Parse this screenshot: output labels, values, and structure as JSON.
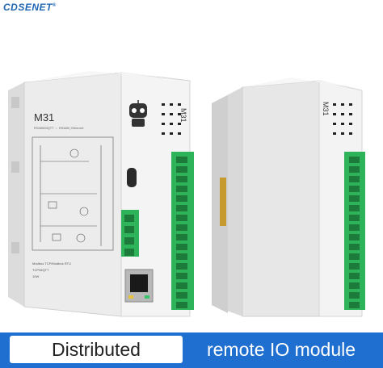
{
  "brand": {
    "name": "CDSENET",
    "mark": "®"
  },
  "device_left": {
    "model": "M31",
    "subtitle": "RS485/MQTT ⇔ RS485 | Ethernet",
    "bottom_info": [
      "Modbus TCP/Modbus RTU",
      "TCP/MQTT",
      "10W"
    ]
  },
  "device_right": {
    "model": "M31"
  },
  "banner": {
    "left_text": "Distributed",
    "right_text": "remote IO module",
    "color": "#1f6fd0"
  },
  "colors": {
    "terminal_green": "#2fb35a",
    "case_gray": "#e9e9e9",
    "brand_blue": "#1f66b3"
  }
}
